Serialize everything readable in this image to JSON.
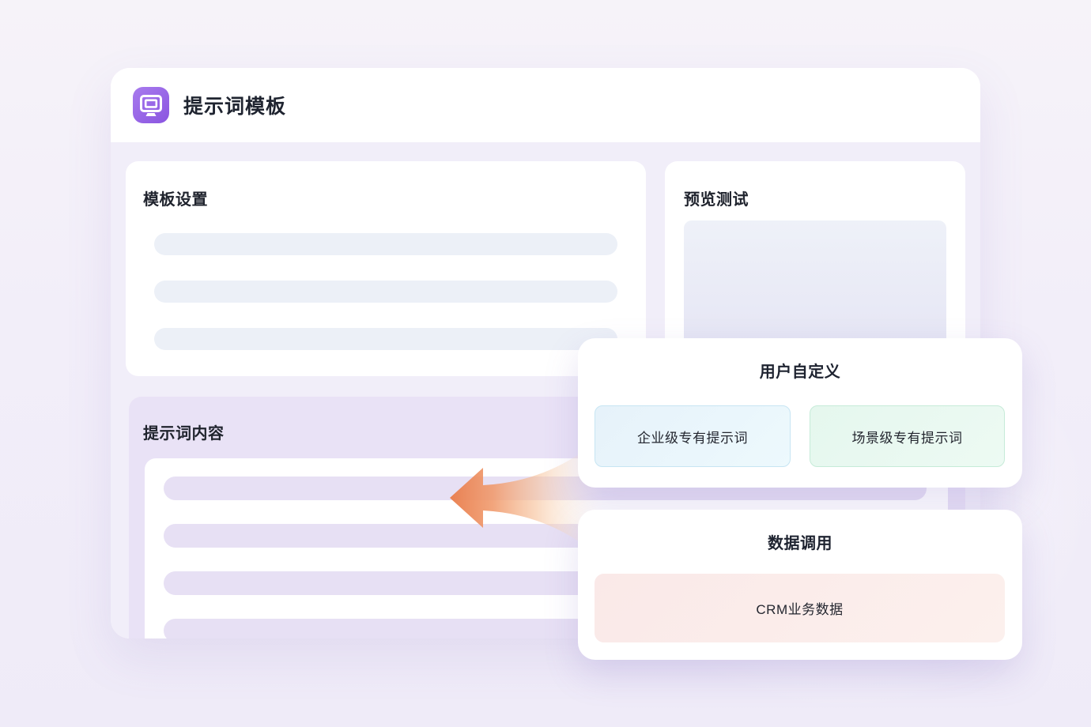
{
  "window": {
    "title": "提示词模板",
    "icon": "monitor-icon"
  },
  "panels": {
    "template_settings": {
      "title": "模板设置",
      "skeleton_rows": 3
    },
    "preview_test": {
      "title": "预览测试"
    },
    "prompt_content": {
      "title": "提示词内容",
      "skeleton_rows": 4
    }
  },
  "floating_cards": {
    "user_custom": {
      "title": "用户自定义",
      "buttons": [
        {
          "label": "企业级专有提示词",
          "color": "#E6F2FA"
        },
        {
          "label": "场景级专有提示词",
          "color": "#E5F7EE"
        }
      ]
    },
    "data_call": {
      "title": "数据调用",
      "buttons": [
        {
          "label": "CRM业务数据",
          "color": "#FAE9E8"
        }
      ]
    }
  },
  "colors": {
    "accent_purple": "#9263E3",
    "window_body": "#F1EEF9",
    "prompt_panel_purple": "#E9E2F6",
    "skeleton_gray": "#ECF0F7",
    "skeleton_purple": "#E7E0F4",
    "arrow_orange": "#E97E4D",
    "chip_blue_border": "#C7E5F3",
    "chip_green_border": "#C6EBD8",
    "chip_pink_bg": "#FAE9E8",
    "title_text": "#1F2430"
  }
}
